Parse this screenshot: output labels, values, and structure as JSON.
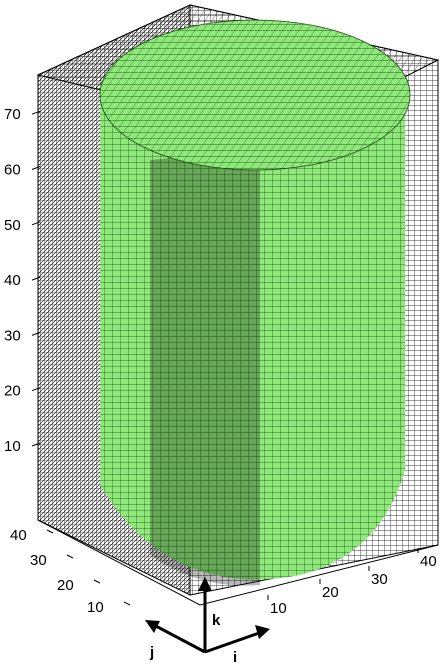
{
  "figure": {
    "type": "3d-grid-mesh",
    "colors": {
      "background": "#ffffff",
      "wire_mesh": "#000000",
      "cylinder_fill": "#8ee87a",
      "cylinder_fill_shade": "#74d660",
      "cylinder_grid": "#1d4a12"
    },
    "vertical_axis": {
      "ticks": [
        "10",
        "20",
        "30",
        "40",
        "50",
        "60",
        "70"
      ]
    },
    "j_axis": {
      "ticks": [
        "10",
        "20",
        "30",
        "40"
      ]
    },
    "i_axis": {
      "ticks": [
        "10",
        "20",
        "30",
        "40"
      ]
    },
    "direction_labels": {
      "k": "k",
      "j": "j",
      "i": "i"
    }
  }
}
